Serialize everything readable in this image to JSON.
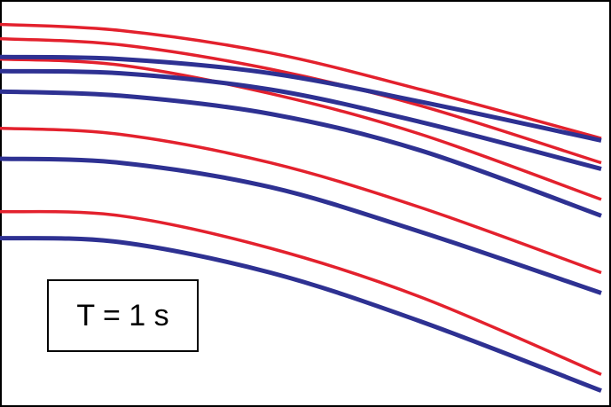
{
  "chart_data": {
    "type": "line",
    "title": "",
    "xlabel": "",
    "ylabel": "",
    "xlim": [
      0,
      1
    ],
    "ylim": [
      0,
      1
    ],
    "grid": false,
    "annotation": "T = 1 s",
    "colors": {
      "red": "#e3212d",
      "blue": "#2e3192"
    },
    "series": [
      {
        "color": "red",
        "x": [
          0,
          0.2,
          0.45,
          0.7,
          1.0
        ],
        "y": [
          0.94,
          0.925,
          0.87,
          0.78,
          0.66
        ]
      },
      {
        "color": "red",
        "x": [
          0,
          0.2,
          0.45,
          0.7,
          1.0
        ],
        "y": [
          0.905,
          0.89,
          0.83,
          0.74,
          0.6
        ]
      },
      {
        "color": "red",
        "x": [
          0,
          0.2,
          0.45,
          0.7,
          1.0
        ],
        "y": [
          0.855,
          0.84,
          0.77,
          0.67,
          0.51
        ]
      },
      {
        "color": "red",
        "x": [
          0,
          0.2,
          0.45,
          0.7,
          1.0
        ],
        "y": [
          0.685,
          0.67,
          0.6,
          0.49,
          0.33
        ]
      },
      {
        "color": "red",
        "x": [
          0,
          0.2,
          0.45,
          0.7,
          1.0
        ],
        "y": [
          0.48,
          0.47,
          0.39,
          0.27,
          0.08
        ]
      },
      {
        "color": "blue",
        "x": [
          0,
          0.2,
          0.45,
          0.7,
          1.0
        ],
        "y": [
          0.86,
          0.855,
          0.82,
          0.75,
          0.655
        ]
      },
      {
        "color": "blue",
        "x": [
          0,
          0.2,
          0.45,
          0.7,
          1.0
        ],
        "y": [
          0.825,
          0.82,
          0.78,
          0.7,
          0.585
        ]
      },
      {
        "color": "blue",
        "x": [
          0,
          0.2,
          0.45,
          0.7,
          1.0
        ],
        "y": [
          0.775,
          0.765,
          0.72,
          0.63,
          0.47
        ]
      },
      {
        "color": "blue",
        "x": [
          0,
          0.2,
          0.45,
          0.7,
          1.0
        ],
        "y": [
          0.61,
          0.6,
          0.54,
          0.43,
          0.28
        ]
      },
      {
        "color": "blue",
        "x": [
          0,
          0.2,
          0.45,
          0.7,
          1.0
        ],
        "y": [
          0.415,
          0.405,
          0.33,
          0.21,
          0.04
        ]
      }
    ]
  }
}
